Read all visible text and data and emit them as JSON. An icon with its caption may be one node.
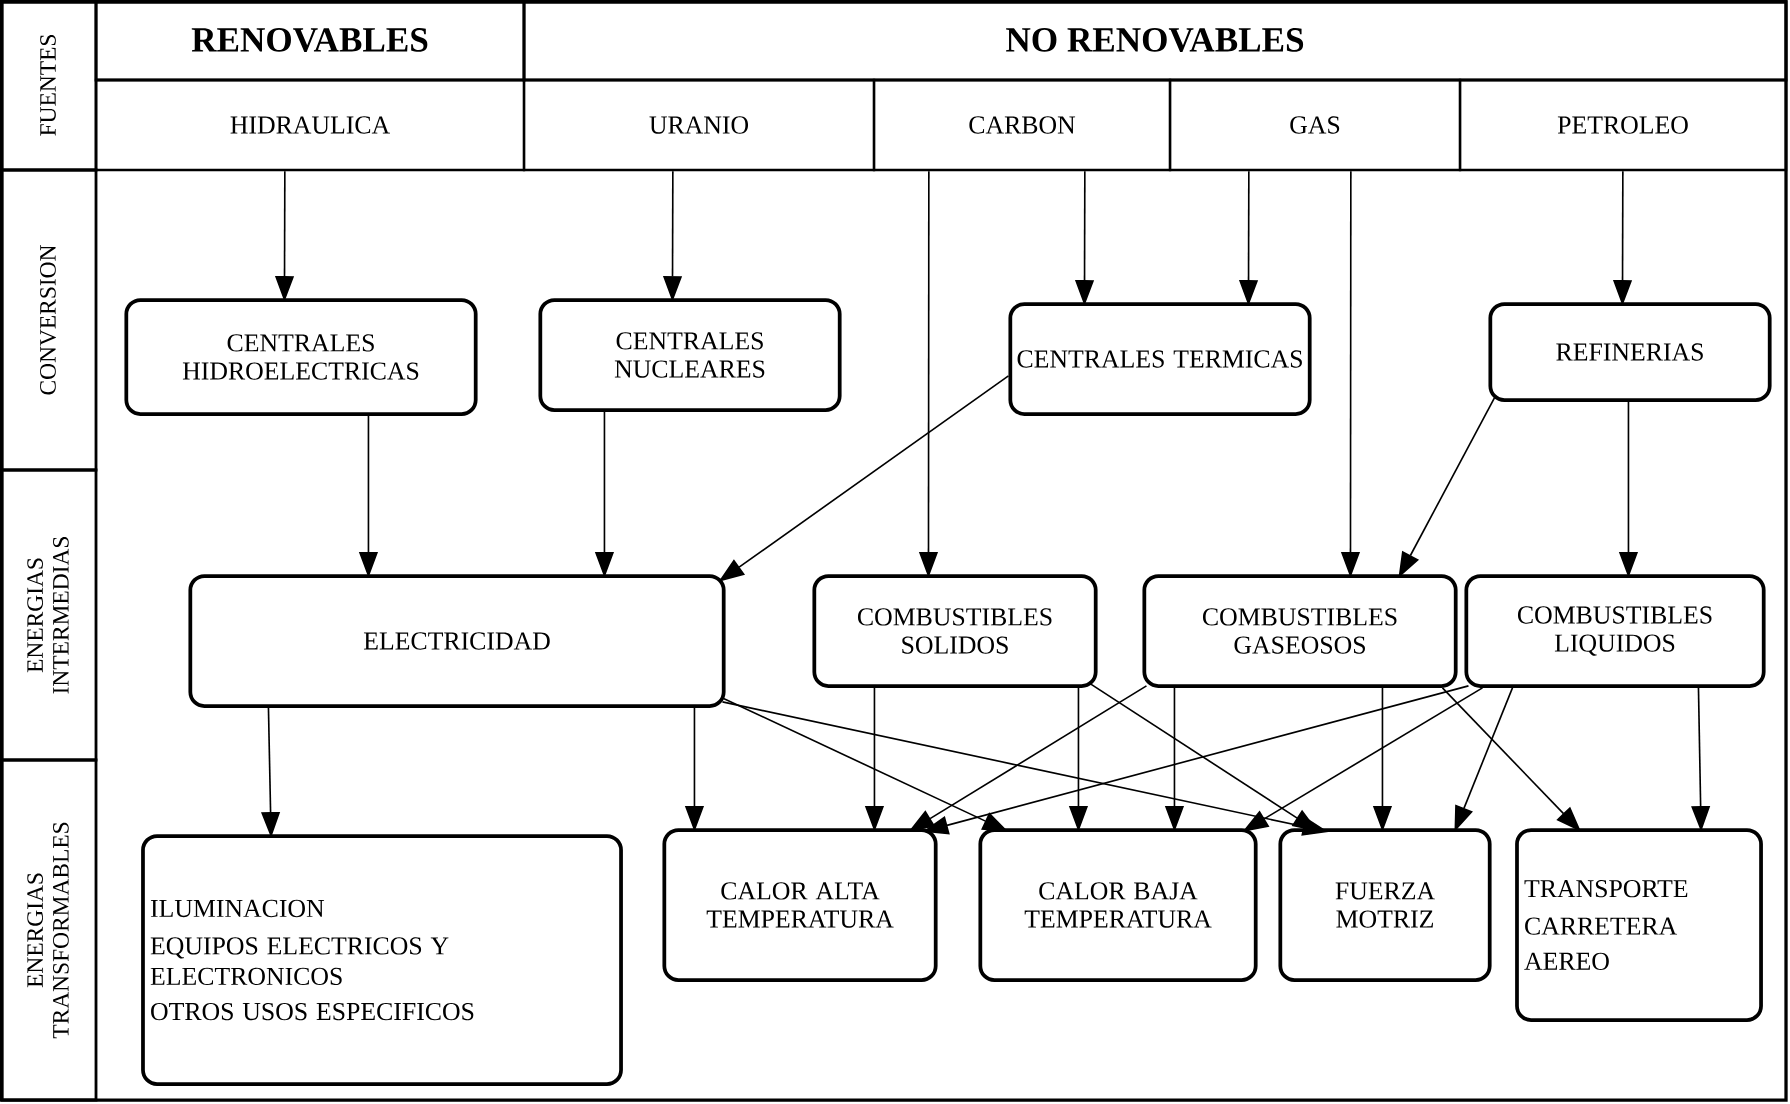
{
  "diagram": {
    "nodes": [
      {
        "text": [
          "FUENTES"
        ]
      },
      {
        "text": [
          "RENOVABLES"
        ]
      },
      {
        "text": [
          "NO RENOVABLES"
        ]
      },
      {
        "text": [
          "HIDRAULICA"
        ]
      },
      {
        "text": [
          "URANIO"
        ]
      },
      {
        "text": [
          "CARBON"
        ]
      },
      {
        "text": [
          "GAS"
        ]
      },
      {
        "text": [
          "PETROLEO"
        ]
      },
      {
        "text": [
          "CONVERSION"
        ]
      },
      {
        "text": [
          "CENTRALES HIDROELECTRICAS"
        ]
      },
      {
        "text": [
          "CENTRALES NUCLEARES"
        ]
      },
      {
        "text": [
          "CENTRALES TERMICAS"
        ]
      },
      {
        "text": [
          "REFINERIAS"
        ]
      },
      {
        "text": [
          "ENERGIAS INTERMEDIAS"
        ]
      },
      {
        "text": [
          "ELECTRICIDAD"
        ]
      },
      {
        "text": [
          "COMBUSTIBLES SOLIDOS"
        ]
      },
      {
        "text": [
          "COMBUSTIBLES GASEOSOS"
        ]
      },
      {
        "text": [
          "COMBUSTIBLES LIQUIDOS"
        ]
      },
      {
        "text": [
          "ENERGIAS TRANSFORMABLES"
        ]
      },
      {
        "text": [
          "ILUMINACION",
          "EQUIPOS ELECTRICOS Y ELECTRONICOS",
          "OTROS USOS ESPECIFICOS"
        ]
      },
      {
        "text": [
          "CALOR ALTA TEMPERATURA"
        ]
      },
      {
        "text": [
          "CALOR BAJA TEMPERATURA"
        ]
      },
      {
        "text": [
          "FUERZA MOTRIZ"
        ]
      },
      {
        "text": [
          "TRANSPORTE",
          "CARRETERA",
          "AEREO"
        ]
      }
    ],
    "edges": [
      {
        "from": 3,
        "to": 9,
        "arrow": "to"
      },
      {
        "from": 4,
        "to": 10,
        "arrow": "to"
      },
      {
        "from": 5,
        "to": 11,
        "arrow": "to"
      },
      {
        "from": 6,
        "to": 11,
        "arrow": "to"
      },
      {
        "from": 7,
        "to": 12,
        "arrow": "to"
      },
      {
        "from": 5,
        "to": 15,
        "arrow": "to"
      },
      {
        "from": 6,
        "to": 16,
        "arrow": "to"
      },
      {
        "from": 9,
        "to": 14,
        "arrow": "to"
      },
      {
        "from": 10,
        "to": 14,
        "arrow": "to"
      },
      {
        "from": 11,
        "to": 14,
        "arrow": "to"
      },
      {
        "from": 12,
        "to": 16,
        "arrow": "to"
      },
      {
        "from": 12,
        "to": 17,
        "arrow": "to"
      },
      {
        "from": 14,
        "to": 19,
        "arrow": "to"
      },
      {
        "from": 14,
        "to": 20,
        "arrow": "to"
      },
      {
        "from": 14,
        "to": 21,
        "arrow": "to"
      },
      {
        "from": 14,
        "to": 22,
        "arrow": "to"
      },
      {
        "from": 15,
        "to": 20,
        "arrow": "to"
      },
      {
        "from": 15,
        "to": 21,
        "arrow": "to"
      },
      {
        "from": 15,
        "to": 22,
        "arrow": "to"
      },
      {
        "from": 16,
        "to": 20,
        "arrow": "to"
      },
      {
        "from": 16,
        "to": 21,
        "arrow": "to"
      },
      {
        "from": 16,
        "to": 22,
        "arrow": "to"
      },
      {
        "from": 16,
        "to": 23,
        "arrow": "to"
      },
      {
        "from": 17,
        "to": 20,
        "arrow": "to"
      },
      {
        "from": 17,
        "to": 21,
        "arrow": "to"
      },
      {
        "from": 17,
        "to": 22,
        "arrow": "to"
      },
      {
        "from": 17,
        "to": 23,
        "arrow": "to"
      }
    ]
  }
}
